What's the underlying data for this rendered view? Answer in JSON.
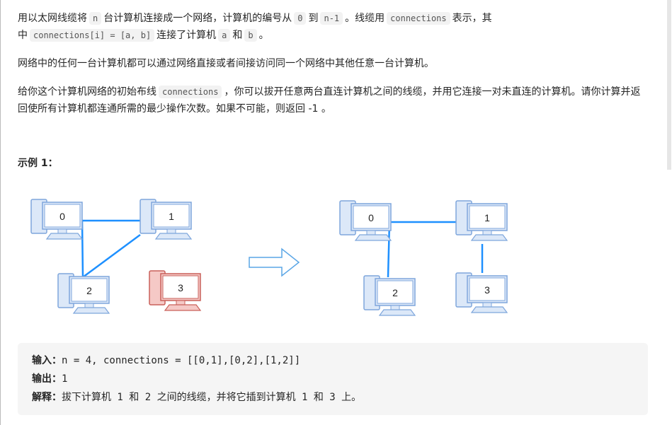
{
  "para1": {
    "t1": "用以太网线缆将",
    "c1": "n",
    "t2": "台计算机连接成一个网络，计算机的编号从",
    "c2": "0",
    "t3": "到",
    "c3": "n-1",
    "t4": "。线缆用",
    "c4": "connections",
    "t5": "表示，其",
    "t6": "中",
    "c5": "connections[i] = [a, b]",
    "t7": "连接了计算机",
    "c6": "a",
    "t8": "和",
    "c7": "b",
    "t9": "。"
  },
  "para2": "网络中的任何一台计算机都可以通过网络直接或者间接访问同一个网络中其他任意一台计算机。",
  "para3": {
    "t1": "给你这个计算机网络的初始布线",
    "c1": "connections",
    "t2": "，你可以拔开任意两台直连计算机之间的线缆，并用它连接一对未直连的计算机。请你计算并返回使所有计算机都连通所需的最少操作次数。如果不可能，则返回 -1 。"
  },
  "example_heading": "示例 1：",
  "diagram": {
    "labels": [
      "0",
      "1",
      "2",
      "3"
    ],
    "before_edges": [
      [
        0,
        1
      ],
      [
        0,
        2
      ],
      [
        1,
        2
      ]
    ],
    "after_edges": [
      [
        0,
        1
      ],
      [
        0,
        2
      ],
      [
        1,
        3
      ]
    ],
    "isolated_color": "#e8807a",
    "node_color": "#7ea6dc",
    "edge_color": "#1e90ff"
  },
  "example": {
    "input_label": "输入：",
    "input": "n = 4, connections = [[0,1],[0,2],[1,2]]",
    "output_label": "输出：",
    "output": "1",
    "explain_label": "解释：",
    "explain": "拔下计算机 1 和 2 之间的线缆，并将它插到计算机 1 和 3 上。"
  }
}
